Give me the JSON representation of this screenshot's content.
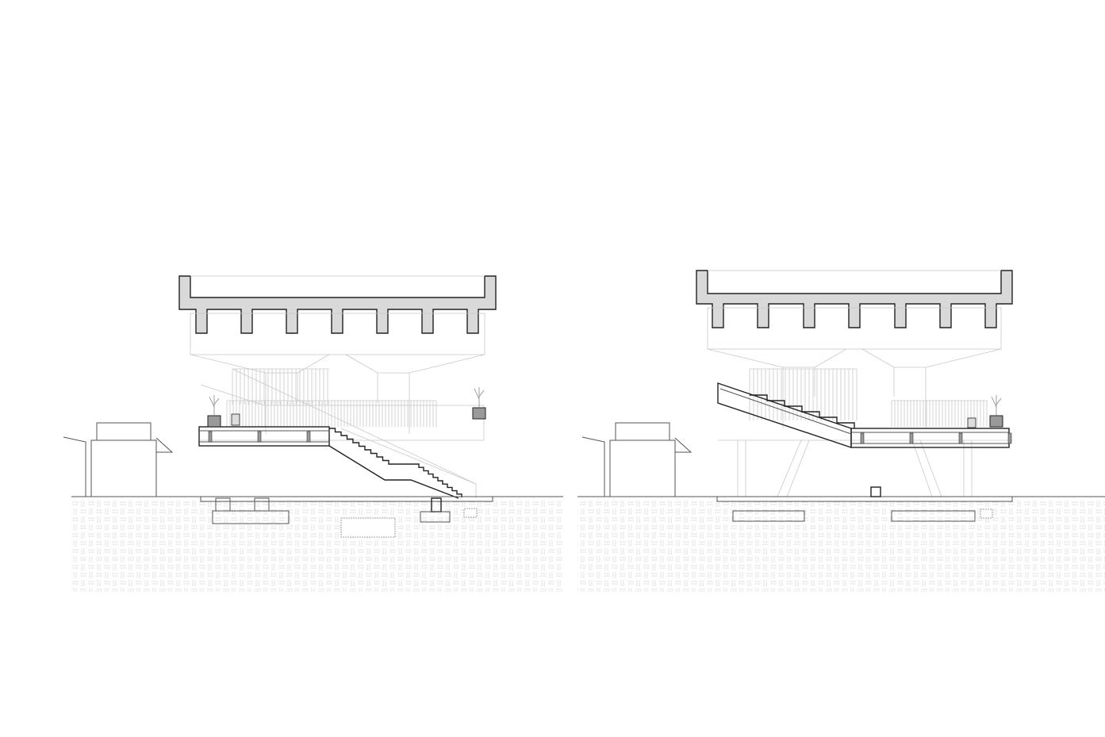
{
  "drawing": {
    "type": "architectural-section",
    "panels": [
      {
        "id": "left-section",
        "circulation": "stair"
      },
      {
        "id": "right-section",
        "circulation": "ramp"
      }
    ],
    "colors": {
      "concrete": "#d9d9d9",
      "line": "#222222",
      "light_line": "#c8c8c8",
      "soil_hatch": "#d4d4d4",
      "background": "#ffffff"
    }
  }
}
